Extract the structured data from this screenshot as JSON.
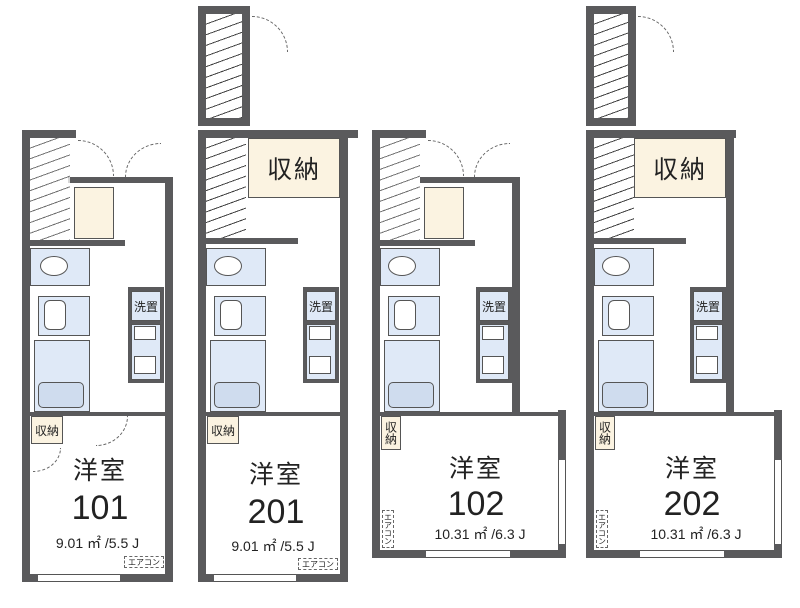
{
  "title": "Floor plans - 4 units",
  "colors": {
    "wall": "#5a5a5c",
    "storage": "#fbf3e1",
    "wet_area": "#dfe9f7",
    "stair_ground": "#aeaeae"
  },
  "units": [
    {
      "id": "101",
      "room_label": "洋室",
      "number": "101",
      "area": "9.01 ㎡ /5.5 J",
      "closet_label": "収納",
      "laundry_label": "洗置",
      "ac_label": "エアコン",
      "upper_storage_label": ""
    },
    {
      "id": "201",
      "room_label": "洋室",
      "number": "201",
      "area": "9.01 ㎡ /5.5 J",
      "closet_label": "収納",
      "laundry_label": "洗置",
      "ac_label": "エアコン",
      "upper_storage_label": "収納"
    },
    {
      "id": "102",
      "room_label": "洋室",
      "number": "102",
      "area": "10.31 ㎡ /6.3 J",
      "closet_label": "収納",
      "laundry_label": "洗置",
      "ac_label": "エアコン",
      "upper_storage_label": ""
    },
    {
      "id": "202",
      "room_label": "洋室",
      "number": "202",
      "area": "10.31 ㎡ /6.3 J",
      "closet_label": "収納",
      "laundry_label": "洗置",
      "ac_label": "エアコン",
      "upper_storage_label": "収納"
    }
  ]
}
